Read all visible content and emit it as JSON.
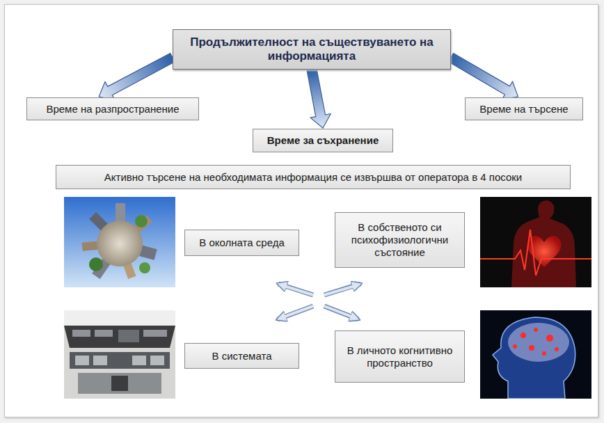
{
  "diagram": {
    "nodes": [
      {
        "text": [
          "Продължителност на съществуването на информацията"
        ]
      },
      {
        "text": [
          "Време на разпространение"
        ]
      },
      {
        "text": [
          "Време за съхранение"
        ]
      },
      {
        "text": [
          "Време на търсене"
        ]
      },
      {
        "text": [
          "Активно търсене на необходимата информация се извършва от оператора в 4 посоки"
        ]
      },
      {
        "text": [
          "В околната среда"
        ]
      },
      {
        "text": [
          "В собственото си психофизиологични състояние"
        ]
      },
      {
        "text": [
          "В системата"
        ]
      },
      {
        "text": [
          "В личното когнитивно пространство"
        ]
      }
    ],
    "edges": [
      {
        "from": 0,
        "to": 1,
        "arrow": "to"
      },
      {
        "from": 0,
        "to": 2,
        "arrow": "to"
      },
      {
        "from": 0,
        "to": 3,
        "arrow": "to"
      }
    ]
  }
}
